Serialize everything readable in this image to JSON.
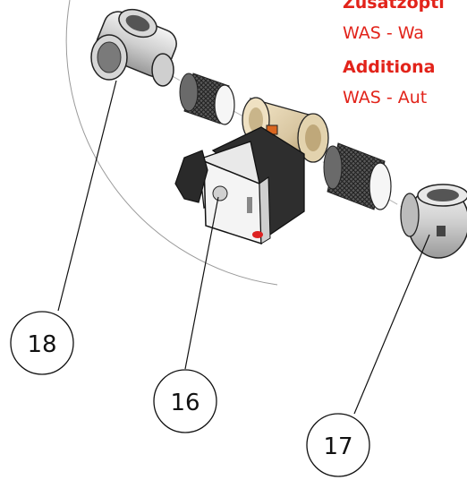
{
  "notes": {
    "line1": "Zusatzopti",
    "line2": "WAS - Wa",
    "line3": "Additiona",
    "line4": "WAS - Aut"
  },
  "callouts": {
    "c18": "18",
    "c16": "16",
    "c17": "17"
  },
  "colors": {
    "note_red": "#e2231a",
    "brass": "#d9c7a2",
    "actuator_white": "#f2f2f2",
    "actuator_dark": "#2e2e2e",
    "handle_orange": "#d9661f",
    "fitting_grey": "#c8c8c8",
    "mesh_dark": "#3a3a3a"
  }
}
